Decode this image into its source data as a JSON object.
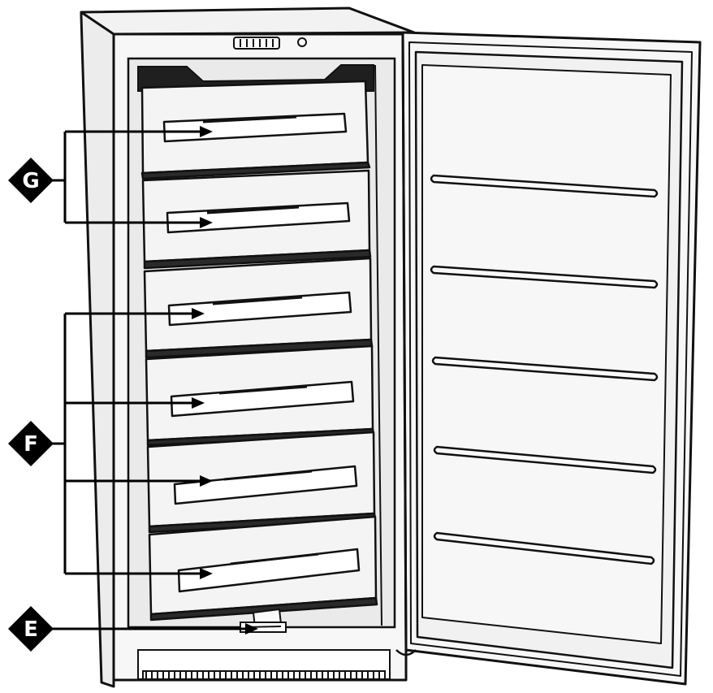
{
  "callouts": [
    {
      "id": "G",
      "label": "G"
    },
    {
      "id": "F",
      "label": "F"
    },
    {
      "id": "E",
      "label": "E"
    }
  ],
  "colors": {
    "outline": "#111111",
    "panel": "#f4f4f4",
    "shadow": "#2a2a2a",
    "interior": "#e9e9e9",
    "marker": "#000000",
    "marker_text": "#ffffff"
  }
}
